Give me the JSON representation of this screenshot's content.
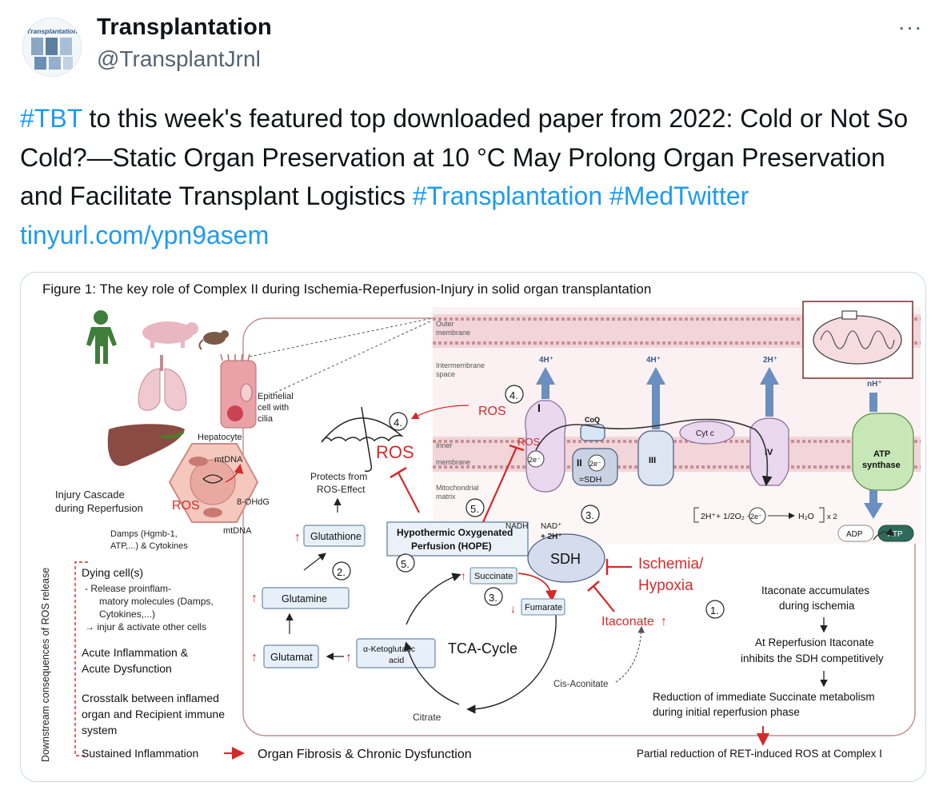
{
  "tweet": {
    "author": {
      "display_name": "Transplantation",
      "handle": "@TransplantJrnl"
    },
    "avatar_text": "Transplantation",
    "more_icon": "···",
    "text_parts": [
      {
        "text": "#TBT",
        "link": true
      },
      {
        "text": " to this week's featured top downloaded paper from 2022: Cold or Not So Cold?—Static Organ Preservation at 10 °C May Prolong Organ Preservation and Facilitate Transplant Logistics ",
        "link": false
      },
      {
        "text": "#Transplantation",
        "link": true
      },
      {
        "text": " ",
        "link": false
      },
      {
        "text": "#MedTwitter",
        "link": true
      },
      {
        "text": " ",
        "link": false
      },
      {
        "text": "tinyurl.com/ypn9asem",
        "link": true
      }
    ]
  },
  "colors": {
    "link": "#1d9bf0",
    "accent_red": "#d42a2a",
    "membrane": "#e9c8cc",
    "complex_fill": "#ead8ee",
    "box_fill": "#e7f0f8"
  },
  "figure": {
    "title": "Figure 1: The key role of Complex II during Ischemia-Reperfusion-Injury in solid organ transplantation",
    "left": {
      "epithelial": "Epithelial",
      "cell_with": "cell with",
      "cilia": "cilia",
      "hepatocyte": "Hepatocyte",
      "mtdna_top": "mtDNA",
      "mtdna_bottom": "mtDNA",
      "ohdg": "8-OHdG",
      "ros": "ROS",
      "injury_l1": "Injury Cascade",
      "injury_l2": "during Reperfusion",
      "damps_l1": "Damps (Hgmb-1,",
      "damps_l2": "ATP,...) & Cytokines",
      "vertical": "Downstream consequences of ROS release",
      "dying": "Dying cell(s)",
      "release_l1": "-   Release proinflam-",
      "release_l2": "matory molecules (Damps,",
      "release_l3": "Cytokines,...)",
      "release_l4": "→ injur  & activate other cells",
      "acute_l1": "Acute Inflammation &",
      "acute_l2": "Acute Dysfunction",
      "cross_l1": "Crosstalk between inflamed",
      "cross_l2": "organ and Recipient immune",
      "cross_l3": "system",
      "sustained": "Sustained Inflammation",
      "fibrosis": "Organ Fibrosis & Chronic Dysfunction"
    },
    "middle": {
      "protects_l1": "Protects from",
      "protects_l2": "ROS-Effect",
      "ros_big": "ROS",
      "step4": "4.",
      "step2": "2.",
      "step5": "5.",
      "glutathione": "Glutathione",
      "glutamine": "Glutamine",
      "glutamat": "Glutamat",
      "akg_l1": "α-Ketoglutaric",
      "akg_l2": "acid",
      "hope_l1": "Hypothermic Oxygenated",
      "hope_l2": "Perfusion (HOPE)",
      "tca": "TCA-Cycle",
      "citrate": "Citrate",
      "cis_aconitate": "Cis-Aconitate",
      "succinate": "Succinate",
      "fumarate": "Fumarate",
      "step3": "3.",
      "sdh": "SDH",
      "itaconate": "Itaconate",
      "ischemia_l1": "Ischemia/",
      "ischemia_l2": "Hypoxia",
      "step1": "1."
    },
    "mito": {
      "outer_l1": "Outer",
      "outer_l2": "membrane",
      "inter_l1": "Intermembrane",
      "inter_l2": "space",
      "inner_l1": "Inner",
      "inner_l2": "membrane",
      "matrix_l1": "Mitochondrial",
      "matrix_l2": "matrix",
      "h4a": "4H⁺",
      "h4b": "4H⁺",
      "h2": "2H⁺",
      "nh": "nH⁺",
      "ros_small": "ROS",
      "ros_inner": "ROS",
      "step4": "4.",
      "step5": "5.",
      "step3": "3.",
      "c1": "I",
      "c2": "II",
      "c3": "III",
      "c4": "IV",
      "coq": "CoQ",
      "cytc": "Cyt c",
      "e1": "2e⁻",
      "e2": "2e⁻",
      "e3": "2e⁻",
      "eq_sdh": "=SDH",
      "nadh": "NADH",
      "nad_l1": "NAD⁺",
      "nad_l2": "+ 2H⁺",
      "eq_left": "2H⁺+ 1/2O₂ +",
      "eq_right": "H₂O",
      "eq_x2": "x 2",
      "atp_l1": "ATP",
      "atp_l2": "synthase",
      "adp": "ADP",
      "atp": "ATP"
    },
    "right": {
      "ita_acc_l1": "Itaconate accumulates",
      "ita_acc_l2": "during ischemia",
      "repe_l1": "At Reperfusion Itaconate",
      "repe_l2": "inhibits the SDH competitively",
      "red_l1": "Reduction of immediate Succinate metabolism",
      "red_l2": "during initial reperfusion phase",
      "partial": "Partial reduction of RET-induced ROS at Complex I"
    }
  }
}
